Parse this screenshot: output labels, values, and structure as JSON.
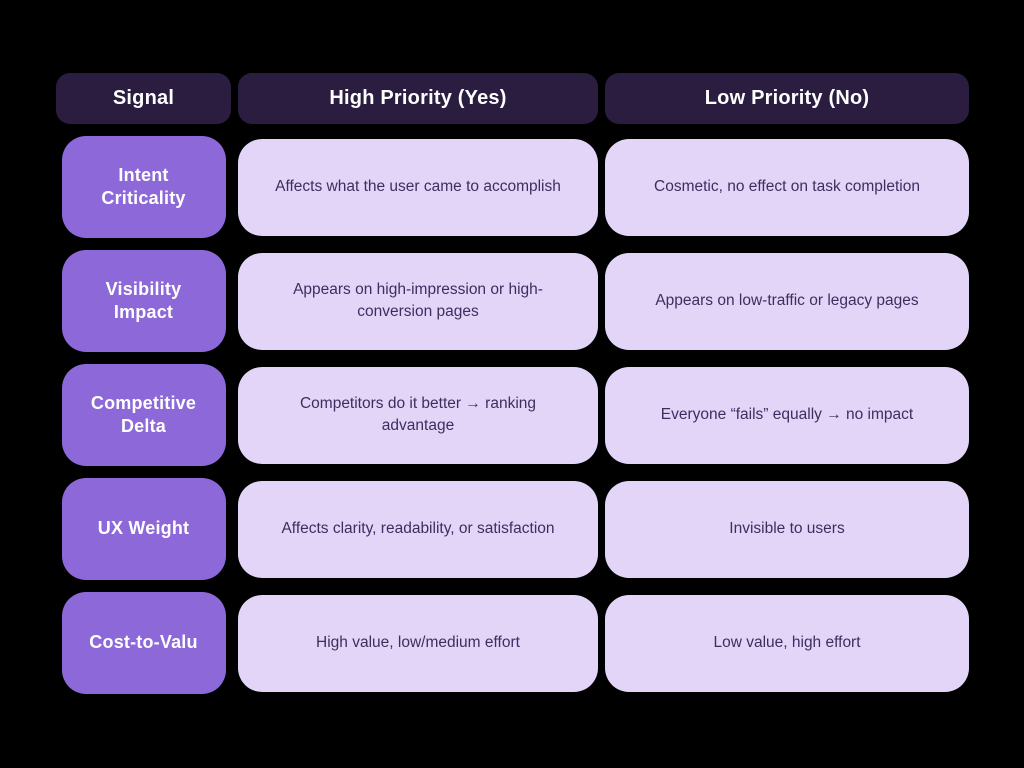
{
  "table": {
    "columns": [
      "Signal",
      "High Priority (Yes)",
      "Low Priority (No)"
    ],
    "rows": [
      {
        "signal": "Intent Criticality",
        "high": "Affects what the user came to accomplish",
        "low": "Cosmetic, no effect on task completion"
      },
      {
        "signal": "Visibility Impact",
        "high": "Appears on high-impression or high-conversion pages",
        "low": "Appears on low-traffic or legacy pages"
      },
      {
        "signal": "Competitive Delta",
        "high": "Competitors do it better → ranking advantage",
        "low": "Everyone “fails” equally → no impact"
      },
      {
        "signal": "UX Weight",
        "high": "Affects clarity, readability, or satisfaction",
        "low": "Invisible to users"
      },
      {
        "signal": "Cost-to-Valu",
        "high": "High value, low/medium effort",
        "low": "Low value, high effort"
      }
    ],
    "colors": {
      "background": "#000000",
      "header_bg": "#2a1d40",
      "signal_bg": "#8c68d8",
      "cell_bg": "#e3d5f8",
      "header_text": "#ffffff",
      "signal_text": "#ffffff",
      "cell_text": "#3f2d5f"
    }
  }
}
